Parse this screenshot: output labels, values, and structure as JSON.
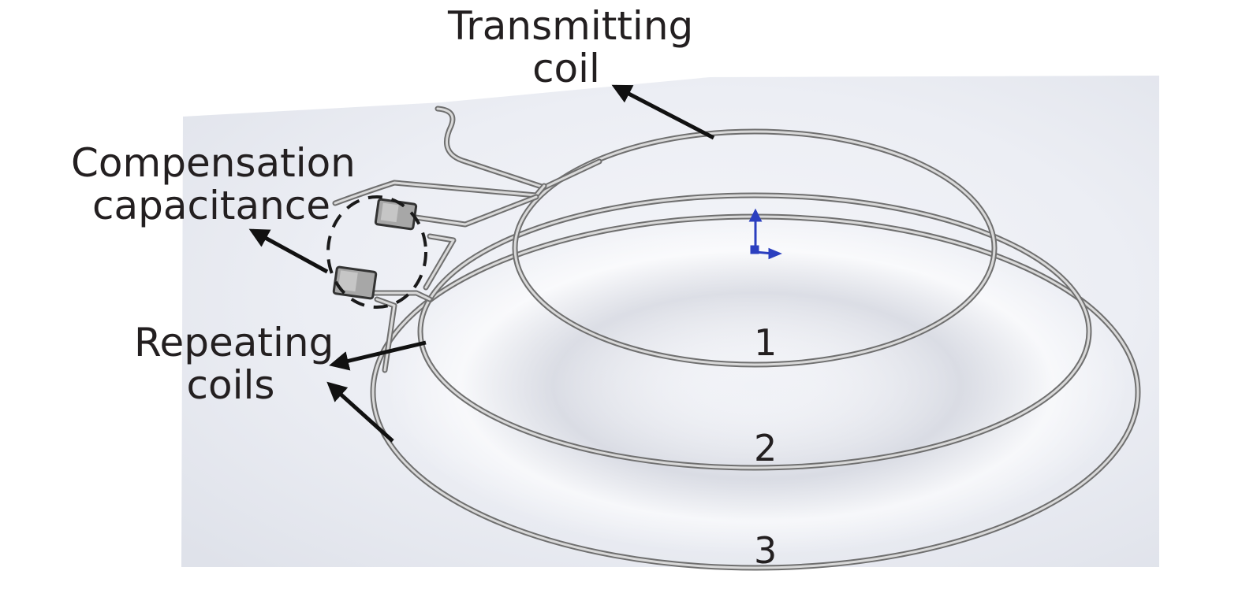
{
  "labels": {
    "transmitting": {
      "line1": "Transmitting",
      "line2": "coil"
    },
    "compensation": {
      "line1": "Compensation",
      "line2": "capacitance"
    },
    "repeating": {
      "line1": "Repeating",
      "line2": "coils"
    }
  },
  "coil_numbers": [
    "1",
    "2",
    "3"
  ],
  "colors": {
    "text": "#231f20",
    "wire": "#7a7a7a",
    "wire_highlight": "#e6e6e6",
    "background_shade": "#e9ebf2",
    "triad_axis": "#2b3fbf"
  }
}
